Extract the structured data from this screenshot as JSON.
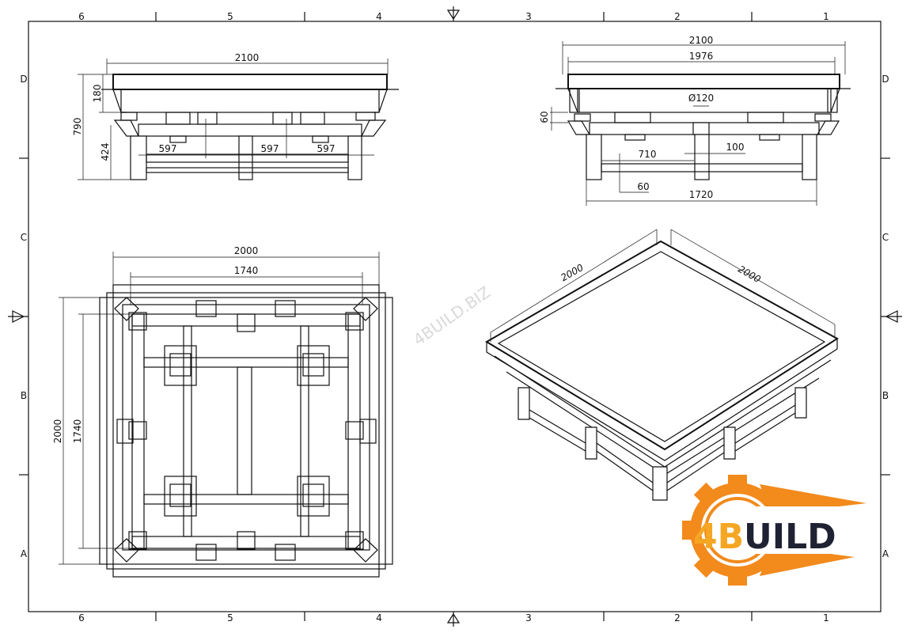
{
  "sheet": {
    "zones_top": [
      "6",
      "5",
      "4",
      "3",
      "2",
      "1"
    ],
    "zones_bottom": [
      "6",
      "5",
      "4",
      "3",
      "2",
      "1"
    ],
    "rows_left": [
      "D",
      "C",
      "B",
      "A"
    ],
    "rows_right": [
      "D",
      "C",
      "B",
      "A"
    ]
  },
  "front_view": {
    "dim_width": "2100",
    "dim_top_height": "180",
    "dim_total_height": "790",
    "dim_leg_height": "424",
    "dim_spacing_1": "597",
    "dim_spacing_2": "597",
    "dim_spacing_3": "597"
  },
  "side_view": {
    "dim_width": "2100",
    "dim_inner_width": "1976",
    "dim_diameter": "Ø120",
    "dim_height": "60",
    "dim_leg_spacing": "710",
    "dim_leg_width": "100",
    "dim_beam": "60",
    "dim_base_width": "1720"
  },
  "top_view": {
    "dim_outer_width": "2000",
    "dim_inner_width": "1740",
    "dim_outer_height": "2000",
    "dim_inner_height": "1740"
  },
  "iso_view": {
    "dim_left": "2000",
    "dim_right": "2000"
  },
  "watermark": "4BUILD.BIZ",
  "logo": {
    "text_prefix": "4B",
    "text_suffix": "UILD",
    "colors": {
      "orange": "#f28a1c",
      "yellow": "#f5b82a",
      "dark": "#1f2233"
    }
  }
}
